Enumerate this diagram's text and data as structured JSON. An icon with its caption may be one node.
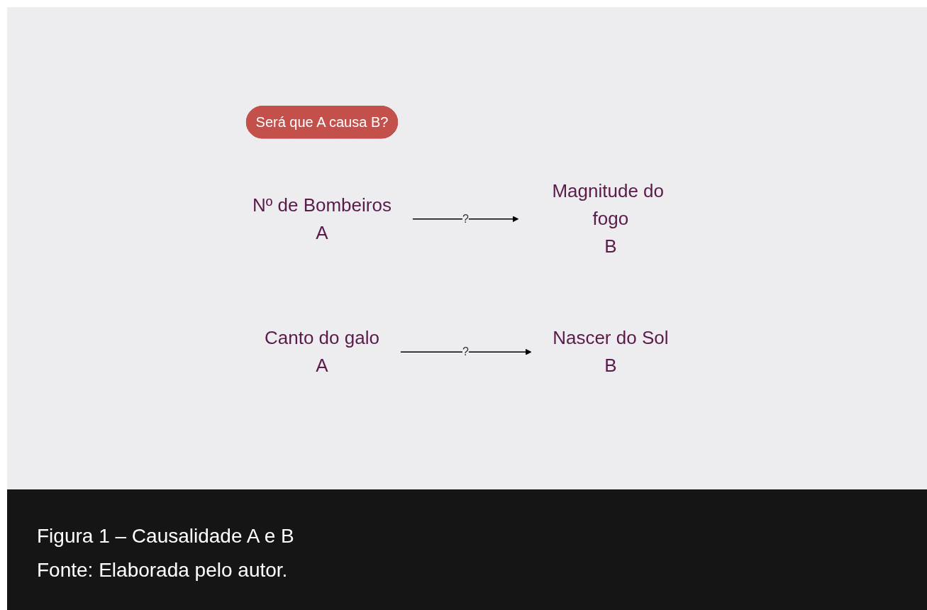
{
  "diagram": {
    "caption": "Figura 1 – Causalidade A e B",
    "nodes": [
      {
        "text": [
          "Será que A causa B?"
        ]
      },
      {
        "text": [
          "Nº de Bombeiros",
          "A"
        ]
      },
      {
        "text": [
          "Magnitude do fogo",
          "B"
        ]
      },
      {
        "text": [
          "Canto do galo",
          "A"
        ]
      },
      {
        "text": [
          "Nascer do Sol",
          "B"
        ]
      }
    ],
    "edges": [
      {
        "from": 1,
        "to": 2,
        "arrow": "to",
        "label": "?"
      },
      {
        "from": 3,
        "to": 4,
        "arrow": "to",
        "label": "?"
      }
    ],
    "labels": [
      "Fonte: Elaborada pelo autor."
    ]
  }
}
